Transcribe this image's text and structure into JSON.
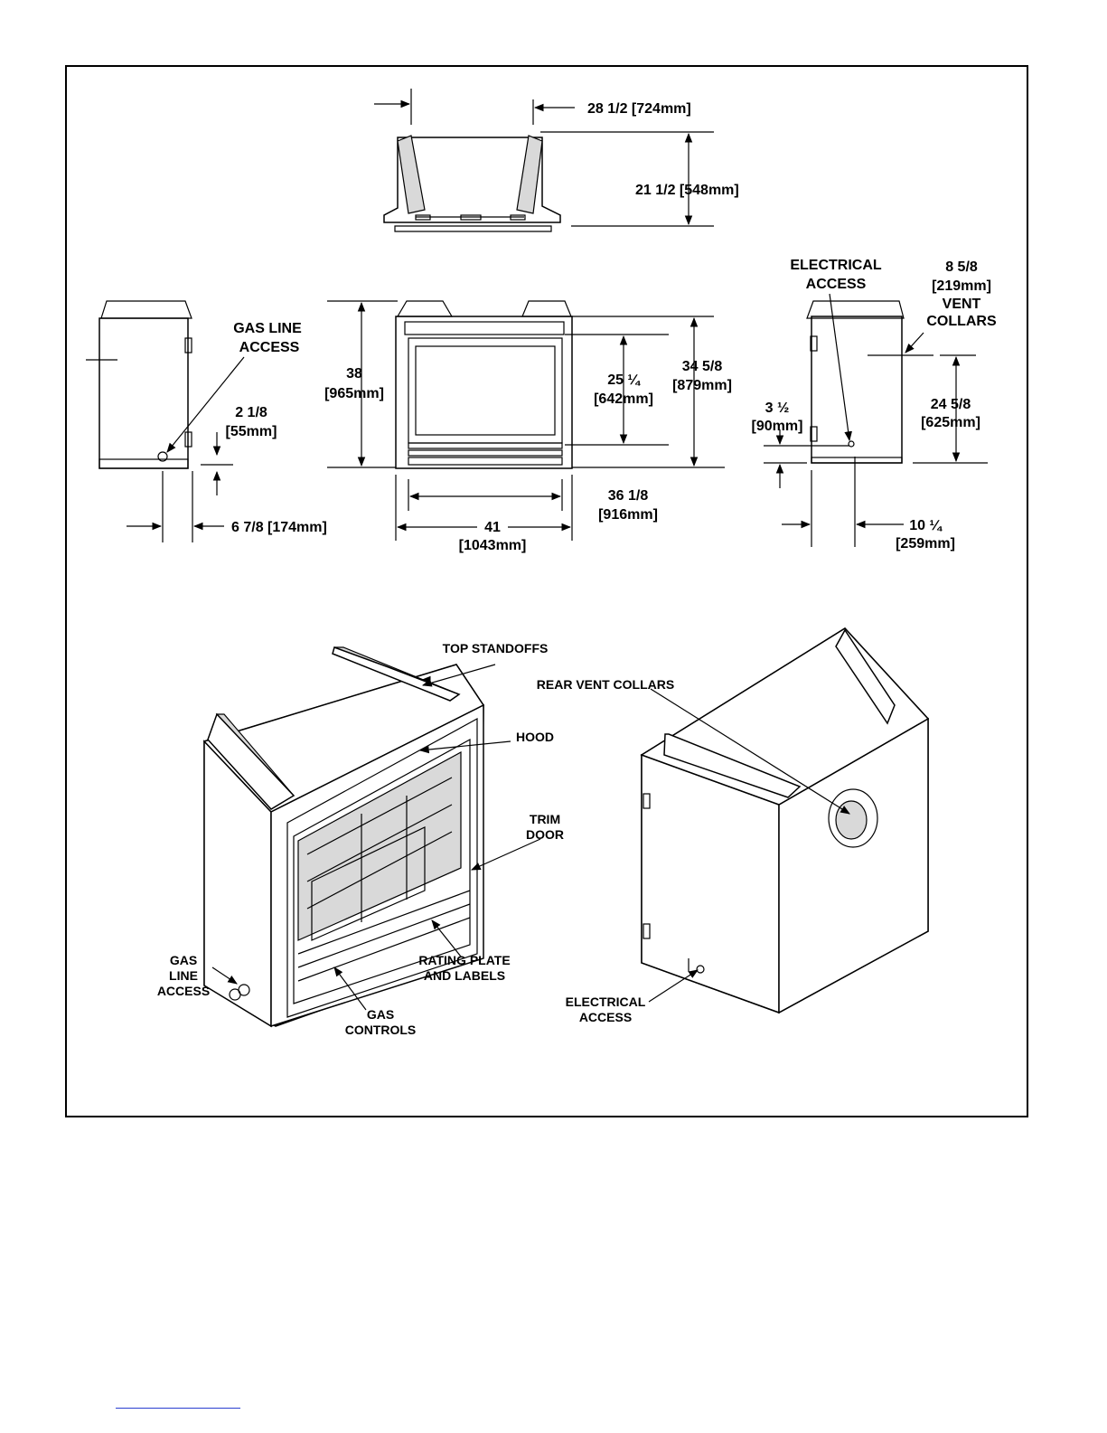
{
  "top_view": {
    "width_dim": "28 1/2 [724mm]",
    "depth_dim": "21 1/2 [548mm]"
  },
  "side_view_left": {
    "gas_line_label": [
      "GAS LINE",
      "ACCESS"
    ],
    "offset_dim": [
      "2 1/8",
      "[55mm]"
    ],
    "depth_dim": "6 7/8 [174mm]"
  },
  "front_view": {
    "height_dim": [
      "38",
      "[965mm]"
    ],
    "opening_height_dim": [
      "25 ¼",
      "[642mm]"
    ],
    "overall_height_dim": [
      "34 5/8",
      "[879mm]"
    ],
    "opening_width_dim": [
      "36 1/8",
      "[916mm]"
    ],
    "overall_width_dim": [
      "41",
      "[1043mm]"
    ]
  },
  "side_view_right": {
    "electrical_label": [
      "ELECTRICAL",
      "ACCESS"
    ],
    "vent_collar_dim": [
      "8 5/8",
      "[219mm]",
      "VENT",
      "COLLARS"
    ],
    "electrical_height_dim": [
      "3 ½",
      "[90mm]"
    ],
    "vent_height_dim": [
      "24 5/8",
      "[625mm]"
    ],
    "depth_dim": [
      "10 ¼",
      "[259mm]"
    ]
  },
  "front_iso": {
    "top_standoffs": "TOP STANDOFFS",
    "hood": "HOOD",
    "trim_door": [
      "TRIM",
      "DOOR"
    ],
    "gas_line_access": [
      "GAS",
      "LINE",
      "ACCESS"
    ],
    "rating_plate": [
      "RATING PLATE",
      "AND LABELS"
    ],
    "gas_controls": [
      "GAS",
      "CONTROLS"
    ]
  },
  "rear_iso": {
    "rear_vent_collars": "REAR VENT COLLARS",
    "electrical_access": [
      "ELECTRICAL",
      "ACCESS"
    ]
  },
  "colors": {
    "line": "#000000",
    "background": "#ffffff",
    "link": "#2a3fd0"
  }
}
